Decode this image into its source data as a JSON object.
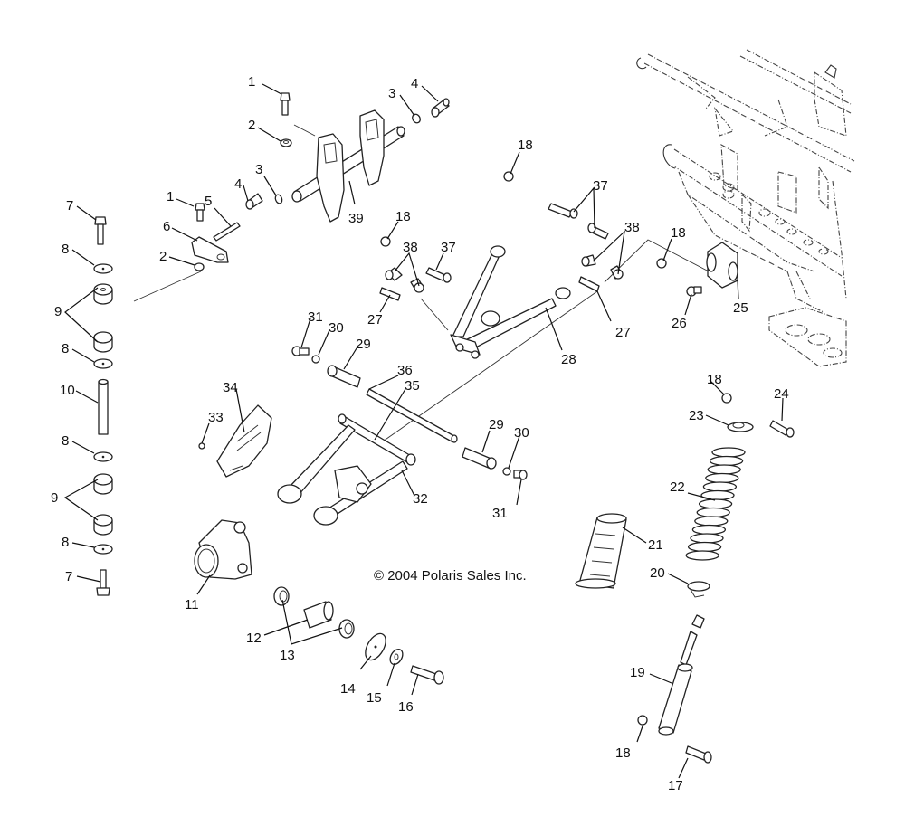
{
  "diagram": {
    "title": "Rear suspension exploded parts diagram",
    "copyright": "© 2004 Polaris Sales Inc.",
    "callouts": [
      {
        "id": "c1a",
        "label": "1",
        "part": "bolt"
      },
      {
        "id": "c2a",
        "label": "2",
        "part": "nut"
      },
      {
        "id": "c3a",
        "label": "3",
        "part": "o-ring"
      },
      {
        "id": "c4a",
        "label": "4",
        "part": "bushing-pin"
      },
      {
        "id": "c3b",
        "label": "3",
        "part": "o-ring"
      },
      {
        "id": "c4b",
        "label": "4",
        "part": "bushing-pin"
      },
      {
        "id": "c1b",
        "label": "1",
        "part": "bolt"
      },
      {
        "id": "c5",
        "label": "5",
        "part": "rod"
      },
      {
        "id": "c6",
        "label": "6",
        "part": "link-bracket"
      },
      {
        "id": "c2b",
        "label": "2",
        "part": "nut"
      },
      {
        "id": "c39",
        "label": "39",
        "part": "stabilizer-bar-bracket-assembly"
      },
      {
        "id": "c7a",
        "label": "7",
        "part": "bolt"
      },
      {
        "id": "c8a",
        "label": "8",
        "part": "washer"
      },
      {
        "id": "c9a",
        "label": "9",
        "part": "bushing"
      },
      {
        "id": "c8b",
        "label": "8",
        "part": "washer"
      },
      {
        "id": "c10",
        "label": "10",
        "part": "sleeve"
      },
      {
        "id": "c8c",
        "label": "8",
        "part": "washer"
      },
      {
        "id": "c9b",
        "label": "9",
        "part": "bushing"
      },
      {
        "id": "c8d",
        "label": "8",
        "part": "washer"
      },
      {
        "id": "c7b",
        "label": "7",
        "part": "bolt"
      },
      {
        "id": "c18a",
        "label": "18",
        "part": "nut"
      },
      {
        "id": "c18b",
        "label": "18",
        "part": "nut"
      },
      {
        "id": "c38a",
        "label": "38",
        "part": "bushing"
      },
      {
        "id": "c37a",
        "label": "37",
        "part": "bolt"
      },
      {
        "id": "c27a",
        "label": "27",
        "part": "pivot-tube"
      },
      {
        "id": "c37b",
        "label": "37",
        "part": "bolt"
      },
      {
        "id": "c38b",
        "label": "38",
        "part": "bushing"
      },
      {
        "id": "c18c",
        "label": "18",
        "part": "nut"
      },
      {
        "id": "c27b",
        "label": "27",
        "part": "pivot-tube"
      },
      {
        "id": "c28",
        "label": "28",
        "part": "upper-control-arm"
      },
      {
        "id": "c25",
        "label": "25",
        "part": "shock-mount-bracket"
      },
      {
        "id": "c26",
        "label": "26",
        "part": "bolt"
      },
      {
        "id": "c31a",
        "label": "31",
        "part": "bolt"
      },
      {
        "id": "c30a",
        "label": "30",
        "part": "washer"
      },
      {
        "id": "c29a",
        "label": "29",
        "part": "pivot-bushing"
      },
      {
        "id": "c36",
        "label": "36",
        "part": "pivot-shaft"
      },
      {
        "id": "c35",
        "label": "35",
        "part": "grease-fitting"
      },
      {
        "id": "c34",
        "label": "34",
        "part": "guard"
      },
      {
        "id": "c33",
        "label": "33",
        "part": "screw"
      },
      {
        "id": "c32",
        "label": "32",
        "part": "lower-control-arm"
      },
      {
        "id": "c29b",
        "label": "29",
        "part": "pivot-bushing"
      },
      {
        "id": "c30b",
        "label": "30",
        "part": "washer"
      },
      {
        "id": "c31b",
        "label": "31",
        "part": "bolt"
      },
      {
        "id": "c11",
        "label": "11",
        "part": "bearing-carrier"
      },
      {
        "id": "c12",
        "label": "12",
        "part": "spacer"
      },
      {
        "id": "c13",
        "label": "13",
        "part": "bearing"
      },
      {
        "id": "c14",
        "label": "14",
        "part": "large-washer"
      },
      {
        "id": "c15",
        "label": "15",
        "part": "washer"
      },
      {
        "id": "c16",
        "label": "16",
        "part": "bolt"
      },
      {
        "id": "c18d",
        "label": "18",
        "part": "nut"
      },
      {
        "id": "c24",
        "label": "24",
        "part": "bolt"
      },
      {
        "id": "c23",
        "label": "23",
        "part": "spring-retainer"
      },
      {
        "id": "c22",
        "label": "22",
        "part": "coil-spring"
      },
      {
        "id": "c21",
        "label": "21",
        "part": "spring-cover"
      },
      {
        "id": "c20",
        "label": "20",
        "part": "spring-seat"
      },
      {
        "id": "c19",
        "label": "19",
        "part": "shock-absorber"
      },
      {
        "id": "c18e",
        "label": "18",
        "part": "nut"
      },
      {
        "id": "c17",
        "label": "17",
        "part": "bolt"
      }
    ]
  }
}
